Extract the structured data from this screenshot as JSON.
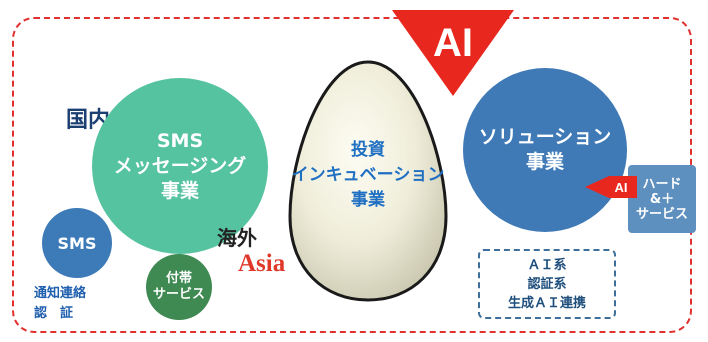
{
  "banner": {
    "label": "AI"
  },
  "domestic": {
    "label": "国内"
  },
  "overseas": {
    "label": "海外",
    "region": "Asia"
  },
  "sms_business": {
    "lines": [
      "SMS",
      "メッセージング",
      "事業"
    ]
  },
  "sms_small": {
    "label": "SMS"
  },
  "sms_note": {
    "lines": [
      "通知連絡",
      "認　証"
    ]
  },
  "incidental": {
    "lines": [
      "付帯",
      "サービス"
    ]
  },
  "investment": {
    "lines": [
      "投資",
      "インキュベーション",
      "事業"
    ]
  },
  "solution": {
    "lines": [
      "ソリューション",
      "事業"
    ]
  },
  "solution_ai_pointer": {
    "label": "AI"
  },
  "hardware": {
    "lines": [
      "ハード",
      "&＋",
      "サービス"
    ]
  },
  "ai_services": {
    "lines": [
      "ＡＩ系",
      "認証系",
      "生成ＡＩ連携"
    ]
  },
  "colors": {
    "frame": "#e0312f",
    "sms_green": "#55c2a0",
    "blue": "#3f7ab6",
    "dark_green": "#3e8a52",
    "asia_red": "#e0392b"
  }
}
